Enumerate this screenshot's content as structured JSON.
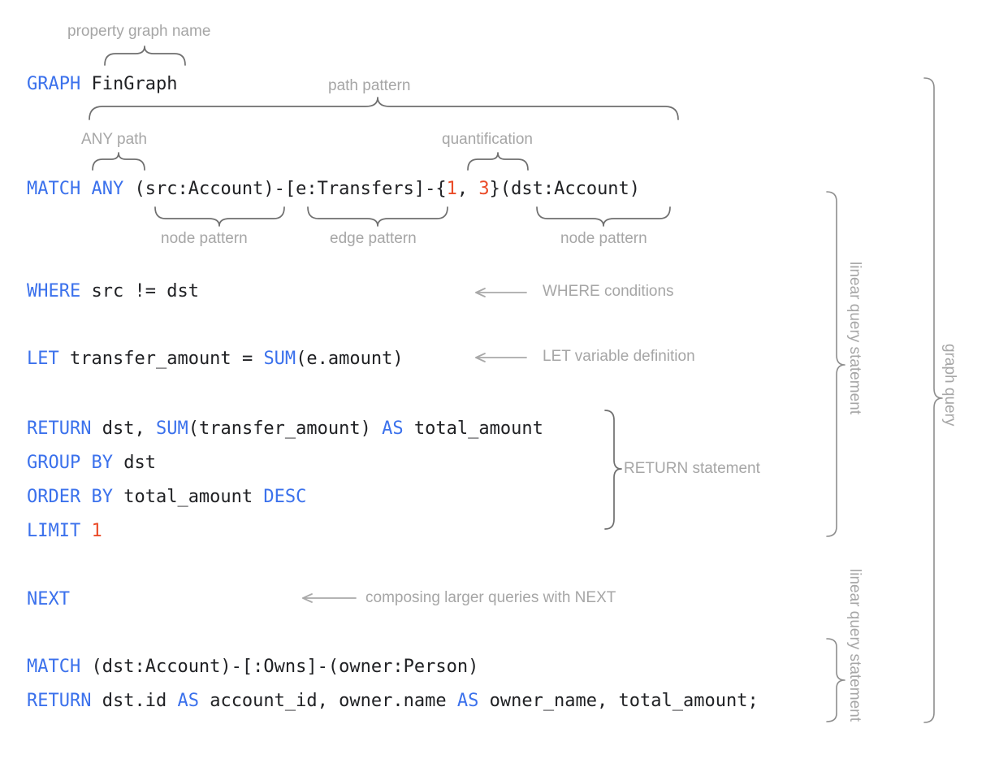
{
  "diagram": {
    "title": "GQL graph query syntax annotation",
    "colors": {
      "keyword_blue": "#3b71ec",
      "number_orange": "#ea4b28",
      "code_black": "#202124",
      "annotation_gray": "#a6a6a6",
      "brace_gray": "#6f6f6f",
      "background": "#ffffff"
    }
  },
  "code_lines": {
    "graph": {
      "keyword": "GRAPH",
      "name": "FinGraph"
    },
    "match1": {
      "keyword": "MATCH",
      "any": "ANY",
      "node_src": "(src:Account)",
      "dash1": "-",
      "edge": "[e:Transfers]",
      "dash2": "-",
      "quant_open": "{",
      "quant_lower": "1",
      "quant_comma": ", ",
      "quant_upper": "3",
      "quant_close": "}",
      "node_dst": "(dst:Account)"
    },
    "where": {
      "keyword": "WHERE",
      "expr": "src != dst"
    },
    "let": {
      "keyword": "LET",
      "var": "transfer_amount",
      "eq": "= ",
      "fn": "SUM",
      "arg": "(e.amount)"
    },
    "return1": {
      "keyword": "RETURN",
      "col1": "dst, ",
      "fn": "SUM",
      "arg": "(transfer_amount) ",
      "as": "AS",
      "alias": " total_amount"
    },
    "group_by": {
      "keyword": "GROUP BY",
      "expr": "dst"
    },
    "order_by": {
      "keyword": "ORDER BY",
      "expr": "total_amount ",
      "desc": "DESC"
    },
    "limit": {
      "keyword": "LIMIT",
      "value": "1"
    },
    "next": {
      "keyword": "NEXT"
    },
    "match2": {
      "keyword": "MATCH",
      "pattern": "(dst:Account)-[:Owns]-(owner:Person)"
    },
    "return2": {
      "keyword": "RETURN",
      "p1": "dst.id ",
      "as1": "AS",
      "p2": " account_id, owner.name ",
      "as2": "AS",
      "p3": " owner_name, total_amount;"
    }
  },
  "annotations": {
    "property_graph_name": "property graph name",
    "path_pattern": "path pattern",
    "any_path": "ANY path",
    "quantification": "quantification",
    "node_pattern_left": "node pattern",
    "edge_pattern": "edge pattern",
    "node_pattern_right": "node pattern",
    "where_conditions": "WHERE conditions",
    "let_variable_definition": "LET variable definition",
    "return_statement": "RETURN statement",
    "composing_next": "composing larger queries with NEXT",
    "linear_query_statement_1": "linear query statement",
    "linear_query_statement_2": "linear query statement",
    "graph_query": "graph query"
  }
}
